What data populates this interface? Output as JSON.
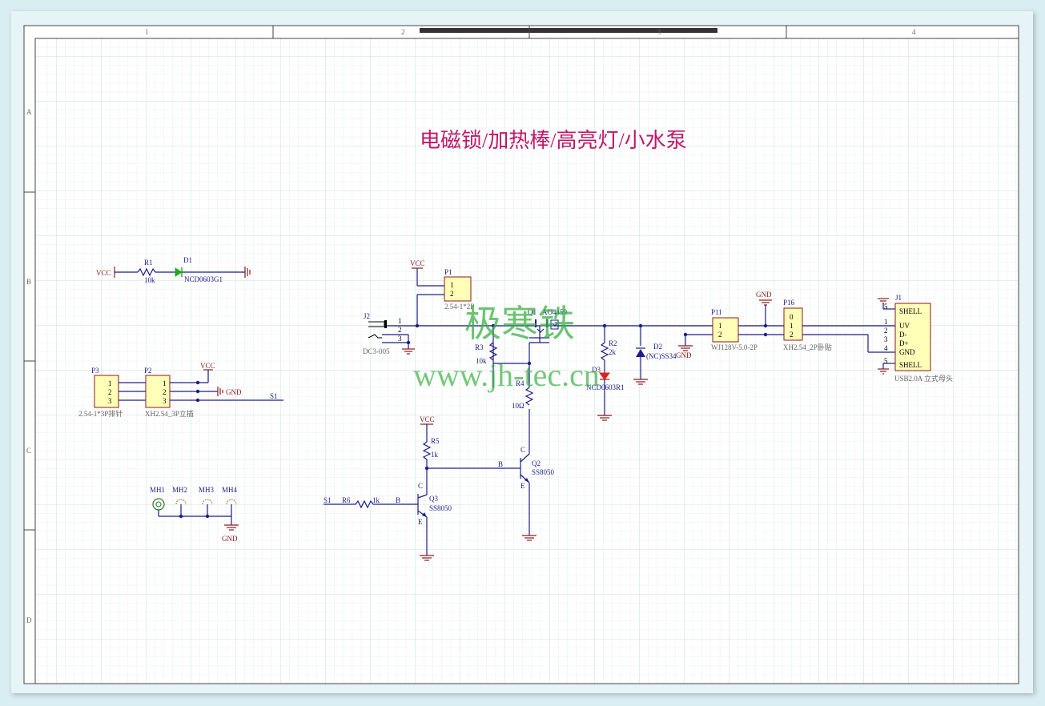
{
  "title": "电磁锁/加热棒/高亮灯/小水泵",
  "watermark": {
    "brand": "极寒铁",
    "url": "www.jh-tec.cn"
  },
  "border": {
    "columns": [
      "1",
      "2",
      "3",
      "4"
    ],
    "rows": [
      "A",
      "B",
      "C",
      "D"
    ]
  },
  "nets": {
    "vcc": "VCC",
    "gnd": "GND",
    "s1": "S1"
  },
  "led_green": {
    "r_ref": "R1",
    "r_val": "10k",
    "d_ref": "D1",
    "d_val": "NCD0603G1"
  },
  "connectors": {
    "p3": {
      "ref": "P3",
      "footprint": "2.54-1*3P排针",
      "pins": [
        "1",
        "2",
        "3"
      ]
    },
    "p2": {
      "ref": "P2",
      "footprint": "XH2.54_3P立插",
      "pins": [
        "1",
        "2",
        "3"
      ]
    },
    "p1": {
      "ref": "P1",
      "footprint": "2.54-1*2P",
      "pins": [
        "1",
        "2"
      ]
    },
    "j2": {
      "ref": "J2",
      "footprint": "DC3-005",
      "pins": [
        "1",
        "2",
        "3"
      ]
    },
    "p11": {
      "ref": "P11",
      "footprint": "WJ128V-5.0-2P",
      "pins": [
        "1",
        "2"
      ]
    },
    "p16": {
      "ref": "P16",
      "footprint": "XH2.54_2P卧贴",
      "pins": [
        "0",
        "1",
        "2"
      ]
    },
    "j1": {
      "ref": "J1",
      "footprint": "USB2.0A 立式母头",
      "pins": [
        "5",
        "1",
        "2",
        "3",
        "4",
        "5"
      ],
      "signals": [
        "SHELL",
        "UV",
        "D-",
        "D+",
        "GND",
        "SHELL"
      ]
    }
  },
  "mount_holes": [
    "MH1",
    "MH2",
    "MH3",
    "MH4"
  ],
  "parts": {
    "q1": {
      "ref": "Q1",
      "val": "AO4459"
    },
    "r3": {
      "ref": "R3",
      "val": "10k"
    },
    "r4": {
      "ref": "R4",
      "val": "10Ω"
    },
    "r2": {
      "ref": "R2",
      "val": "2k"
    },
    "d3": {
      "ref": "D3",
      "val": "NCD0603R1"
    },
    "d2": {
      "ref": "D2",
      "val": "(NC)SS34"
    },
    "r5": {
      "ref": "R5",
      "val": "1k"
    },
    "q2": {
      "ref": "Q2",
      "val": "SS8050"
    },
    "q3": {
      "ref": "Q3",
      "val": "SS8050"
    },
    "r6": {
      "ref": "R6",
      "val": "1k"
    }
  },
  "transistor_pins": {
    "b": "B",
    "c": "C",
    "e": "E"
  },
  "colors": {
    "wire": "#1d1d8a",
    "power": "#8b1a1a",
    "title": "#c0186a",
    "component_fill": "#ffffb8",
    "watermark": "#3cb043",
    "led_green": "#22aa22",
    "led_red": "#dd2222"
  }
}
